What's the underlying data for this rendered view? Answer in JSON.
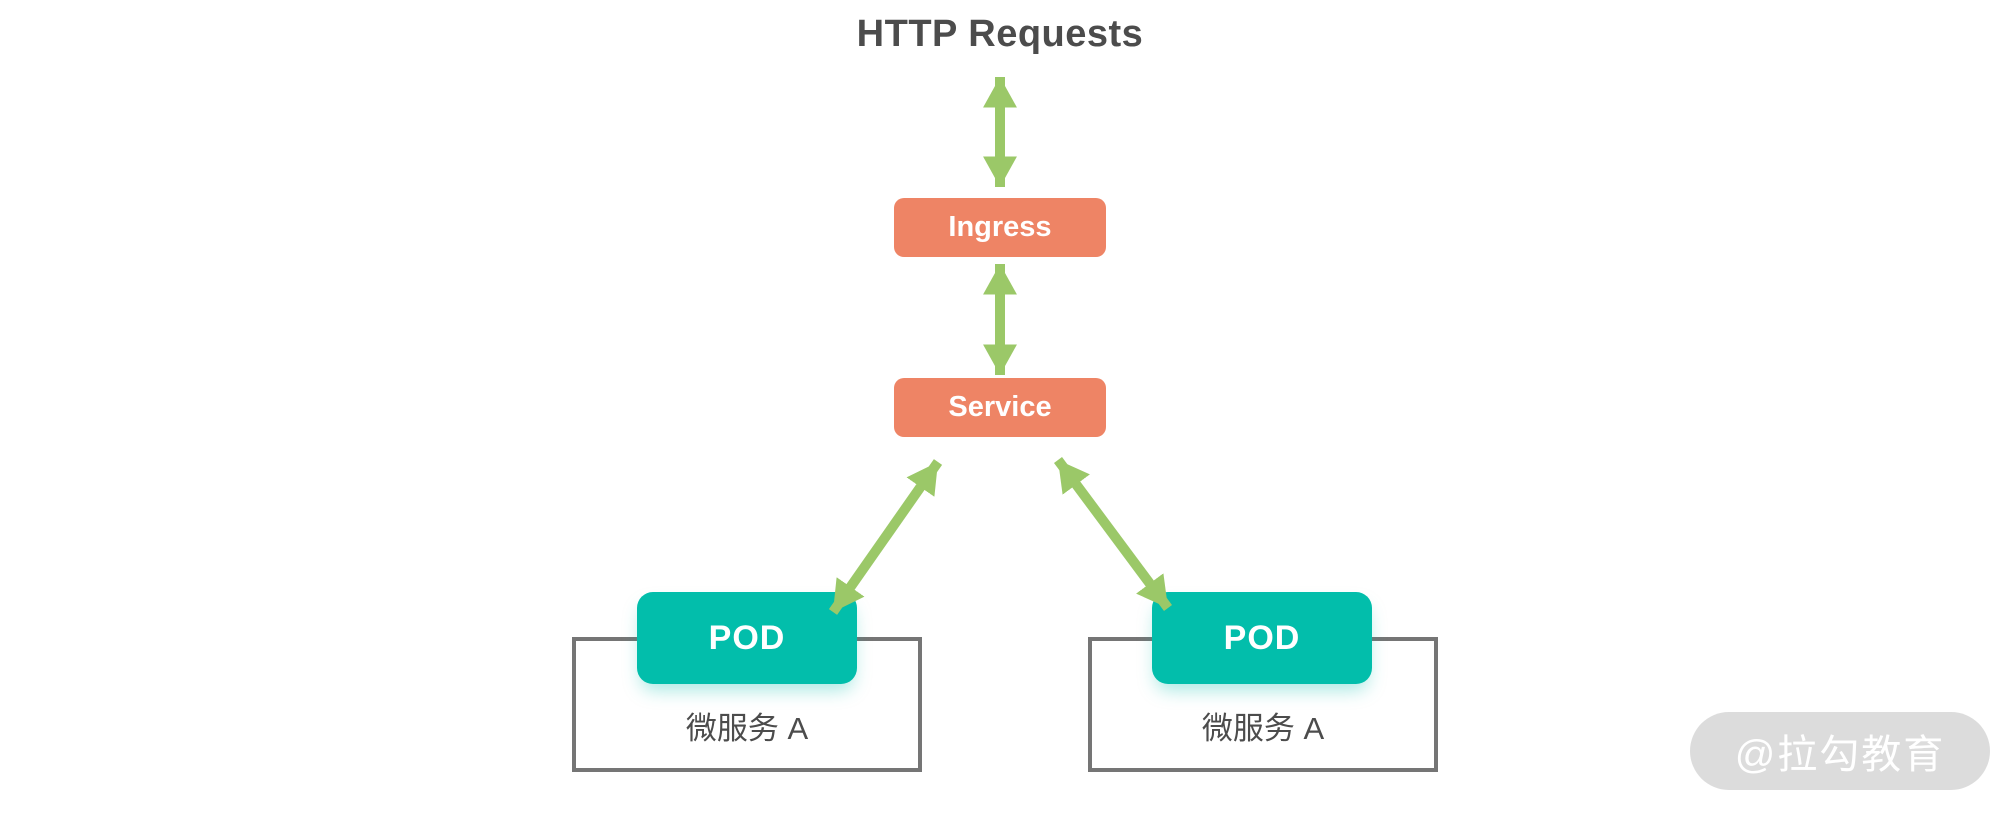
{
  "title": "HTTP Requests",
  "nodes": {
    "ingress": {
      "label": "Ingress"
    },
    "service": {
      "label": "Service"
    },
    "pod_left": {
      "label": "POD"
    },
    "pod_right": {
      "label": "POD"
    },
    "microservice_left": {
      "label": "微服务 A"
    },
    "microservice_right": {
      "label": "微服务 A"
    }
  },
  "connections": [
    {
      "from": "HTTP Requests",
      "to": "Ingress",
      "bidirectional": true
    },
    {
      "from": "Ingress",
      "to": "Service",
      "bidirectional": true
    },
    {
      "from": "Service",
      "to": "POD (left, 微服务 A)",
      "bidirectional": true
    },
    {
      "from": "Service",
      "to": "POD (right, 微服务 A)",
      "bidirectional": true
    }
  ],
  "watermark": {
    "text": "@拉勾教育"
  },
  "colors": {
    "node-orange": "#EE8465",
    "node-teal": "#02BEAB",
    "arrow-green": "#9BC868",
    "text-dark": "#4C4C4C",
    "box-border": "#757575",
    "watermark-bg": "#DCDCDC",
    "watermark-text": "#FFFFFF"
  }
}
